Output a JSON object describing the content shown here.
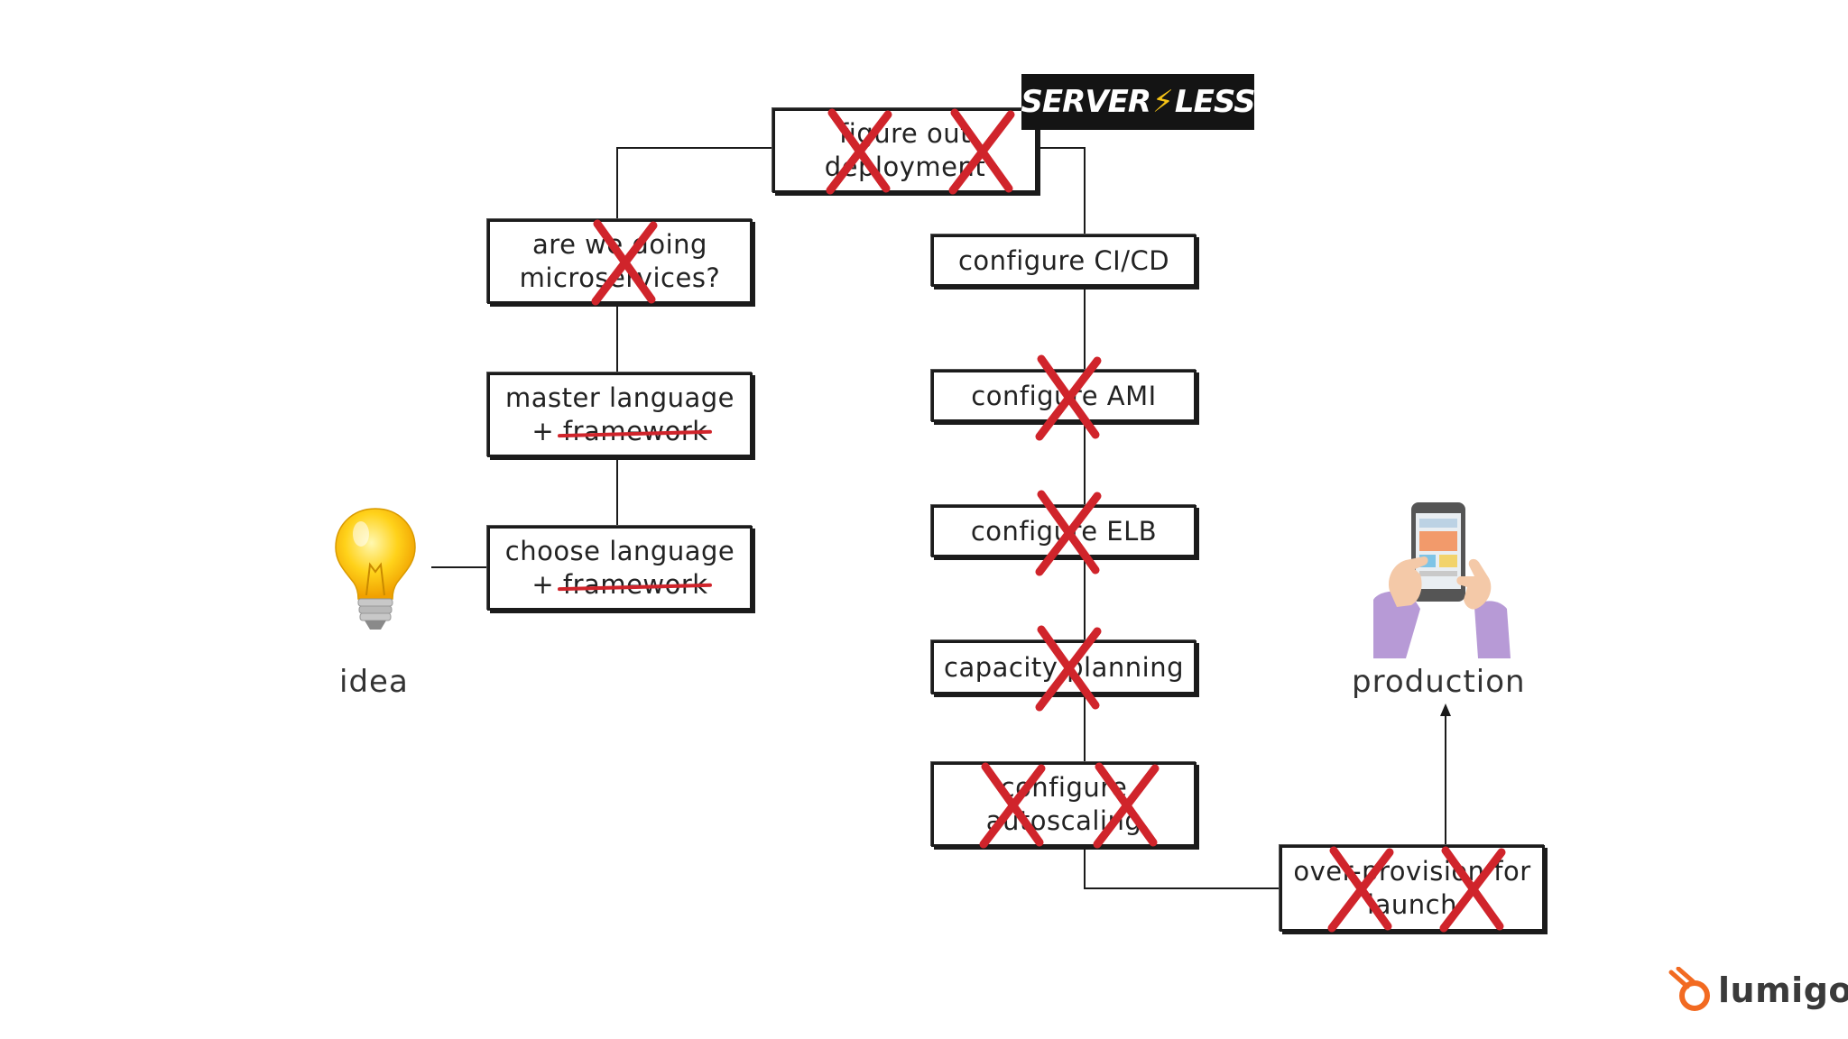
{
  "logo_badge": {
    "left": "SERVER",
    "bolt": "⚡",
    "right": "LESS"
  },
  "nodes": [
    {
      "id": "figure-out-deployment",
      "lines": [
        [
          {
            "t": "figure out"
          }
        ],
        [
          {
            "t": "deployment"
          }
        ]
      ],
      "crosses": 2
    },
    {
      "id": "microservices",
      "lines": [
        [
          {
            "t": "are we doing"
          }
        ],
        [
          {
            "t": "microservices?"
          }
        ]
      ],
      "crosses": 1
    },
    {
      "id": "master-language",
      "lines": [
        [
          {
            "t": "master language"
          }
        ],
        [
          {
            "t": "+ "
          },
          {
            "t": "framework",
            "strike": true
          }
        ]
      ],
      "crosses": 0
    },
    {
      "id": "choose-language",
      "lines": [
        [
          {
            "t": "choose language"
          }
        ],
        [
          {
            "t": "+ "
          },
          {
            "t": "framework",
            "strike": true
          }
        ]
      ],
      "crosses": 0
    },
    {
      "id": "configure-cicd",
      "lines": [
        [
          {
            "t": "configure CI/CD"
          }
        ]
      ],
      "crosses": 0
    },
    {
      "id": "configure-ami",
      "lines": [
        [
          {
            "t": "configure AMI"
          }
        ]
      ],
      "crosses": 1
    },
    {
      "id": "configure-elb",
      "lines": [
        [
          {
            "t": "configure ELB"
          }
        ]
      ],
      "crosses": 1
    },
    {
      "id": "capacity-planning",
      "lines": [
        [
          {
            "t": "capacity planning"
          }
        ]
      ],
      "crosses": 1
    },
    {
      "id": "configure-autoscaling",
      "lines": [
        [
          {
            "t": "configure"
          }
        ],
        [
          {
            "t": "autoscaling"
          }
        ]
      ],
      "crosses": 2
    },
    {
      "id": "over-provision",
      "lines": [
        [
          {
            "t": "over-provision for"
          }
        ],
        [
          {
            "t": "launch"
          }
        ]
      ],
      "crosses": 2
    }
  ],
  "labels": {
    "idea": "idea",
    "production": "production"
  },
  "brand": {
    "name": "lumigo",
    "accent": "#f26a21"
  },
  "colors": {
    "cross": "#d0242b",
    "line": "#1b1b1b"
  },
  "icons": {
    "idea": "lightbulb-icon",
    "production": "smartphone-hands-icon",
    "brand": "lumigo-logo-icon"
  }
}
